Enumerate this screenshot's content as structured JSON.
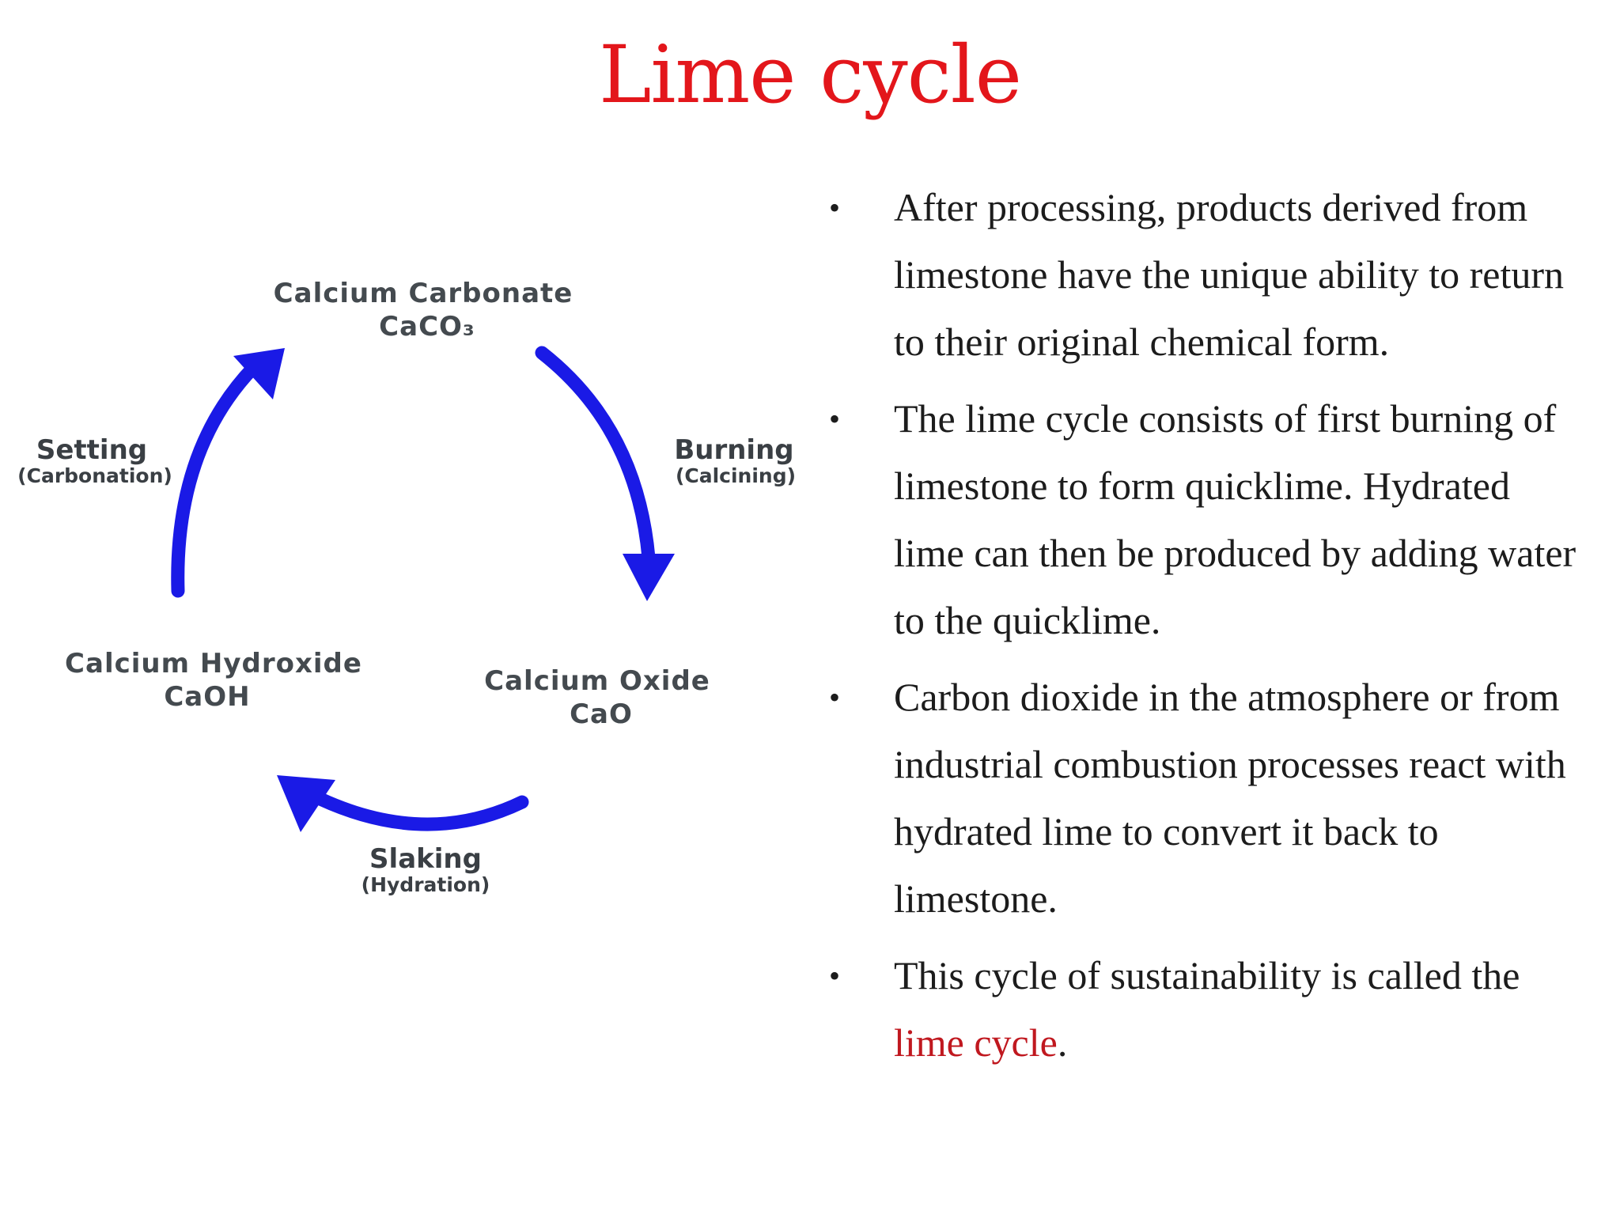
{
  "title": "Lime cycle",
  "diagram": {
    "nodes": {
      "top": {
        "name": "Calcium Carbonate",
        "formula": "CaCO₃"
      },
      "right": {
        "name": "Calcium Oxide",
        "formula": "CaO"
      },
      "left": {
        "name": "Calcium Hydroxide",
        "formula": "CaOH"
      }
    },
    "steps": {
      "burning": {
        "label": "Burning",
        "sub": "(Calcining)"
      },
      "slaking": {
        "label": "Slaking",
        "sub": "(Hydration)"
      },
      "setting": {
        "label": "Setting",
        "sub": "(Carbonation)"
      }
    },
    "arrow_color": "#1a1ae6"
  },
  "bullets": [
    {
      "text": "After processing, products derived from limestone have the unique ability to return to their original chemical form."
    },
    {
      "text": "The lime cycle consists of first burning of limestone to form quicklime. Hydrated lime can then be produced by adding water to the quicklime."
    },
    {
      "text": "Carbon dioxide in the atmosphere or from industrial combustion processes react with hydrated lime to convert it back to limestone."
    },
    {
      "text_before": "This cycle of sustainability is called the ",
      "highlight": "lime cycle",
      "text_after": "."
    }
  ],
  "bullet_symbol": "•"
}
